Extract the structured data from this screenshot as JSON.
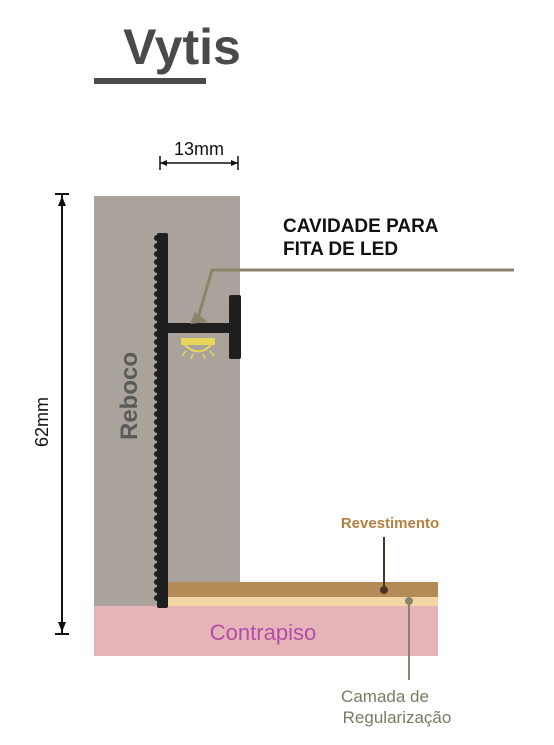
{
  "title": "Vytis",
  "labels": {
    "width_dim": "13mm",
    "height_dim": "62mm",
    "cavity_line1": "CAVIDADE PARA",
    "cavity_line2": "FITA DE LED",
    "reboco": "Reboco",
    "revestimento": "Revestimento",
    "contrapiso": "Contrapiso",
    "camada_line1": "Camada de",
    "camada_line2": "Regularização"
  },
  "colors": {
    "title": "#4a4a4a",
    "plaster": "#a9a39b",
    "profile": "#1f1f1f",
    "leader": "#8a8468",
    "revestimento": "#b48a57",
    "regularizacao": "#f3d6a4",
    "contrapiso": "#e6b3b8",
    "contrapiso_text": "#b34ea8",
    "revestimento_text": "#b57f40",
    "camada_text": "#7c7a63",
    "led": "#e8d55a",
    "dimension": "#111111"
  }
}
